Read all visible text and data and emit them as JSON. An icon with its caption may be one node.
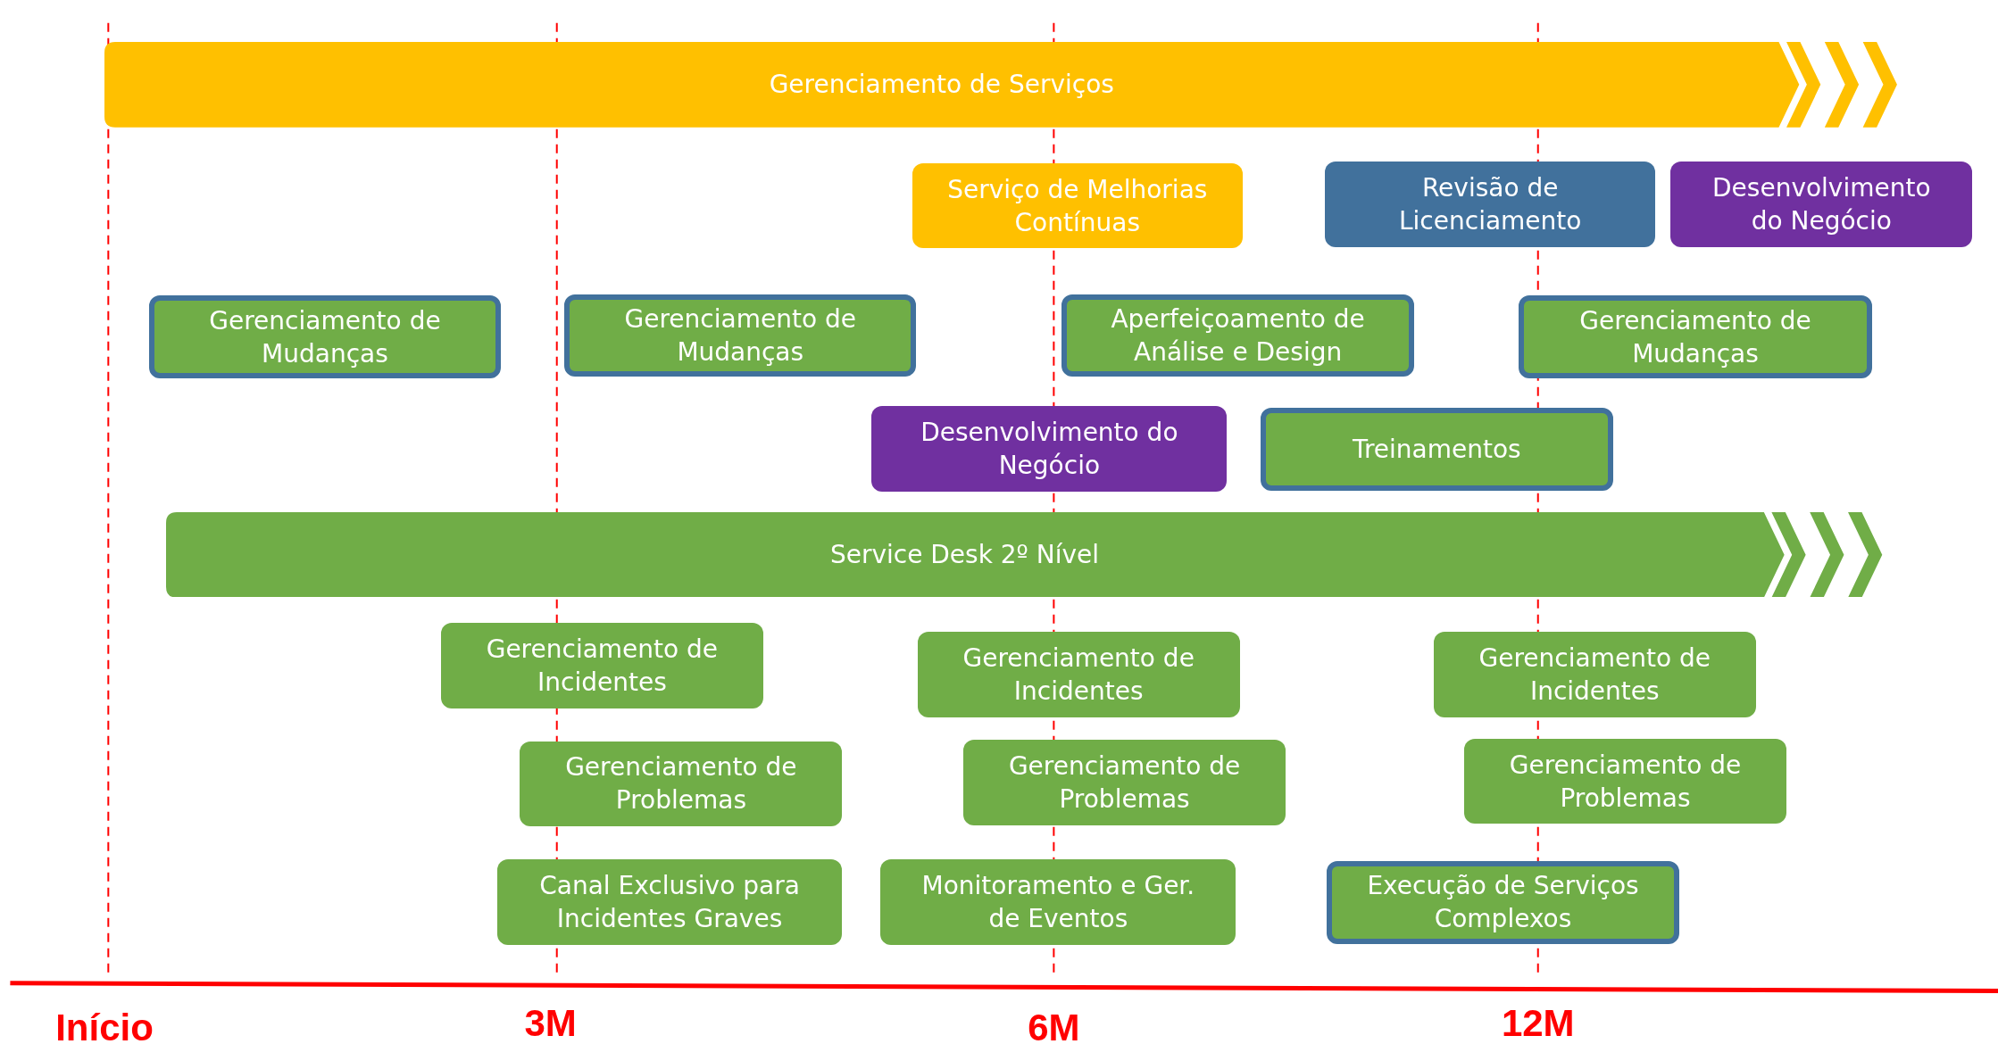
{
  "diagram": {
    "nodes": [
      {
        "text": [
          "Gerenciamento de Serviços"
        ]
      },
      {
        "text": [
          "Serviço de Melhorias Contínuas"
        ]
      },
      {
        "text": [
          "Revisão de Licenciamento"
        ]
      },
      {
        "text": [
          "Desenvolvimento do Negócio"
        ]
      },
      {
        "text": [
          "Gerenciamento de Mudanças"
        ]
      },
      {
        "text": [
          "Gerenciamento de Mudanças"
        ]
      },
      {
        "text": [
          "Aperfeiçoamento de Análise e Design"
        ]
      },
      {
        "text": [
          "Gerenciamento de Mudanças"
        ]
      },
      {
        "text": [
          "Desenvolvimento do Negócio"
        ]
      },
      {
        "text": [
          "Treinamentos"
        ]
      },
      {
        "text": [
          "Service Desk 2º Nível"
        ]
      },
      {
        "text": [
          "Gerenciamento de Incidentes"
        ]
      },
      {
        "text": [
          "Gerenciamento de Incidentes"
        ]
      },
      {
        "text": [
          "Gerenciamento de Incidentes"
        ]
      },
      {
        "text": [
          "Gerenciamento de Problemas"
        ]
      },
      {
        "text": [
          "Gerenciamento de Problemas"
        ]
      },
      {
        "text": [
          "Gerenciamento de Problemas"
        ]
      },
      {
        "text": [
          "Canal Exclusivo para Incidentes Graves"
        ]
      },
      {
        "text": [
          "Monitoramento e Ger. de Eventos"
        ]
      },
      {
        "text": [
          "Execução de Serviços Complexos"
        ]
      }
    ],
    "edges": [],
    "labels": [
      "Início",
      "3M",
      "6M",
      "12M"
    ]
  }
}
